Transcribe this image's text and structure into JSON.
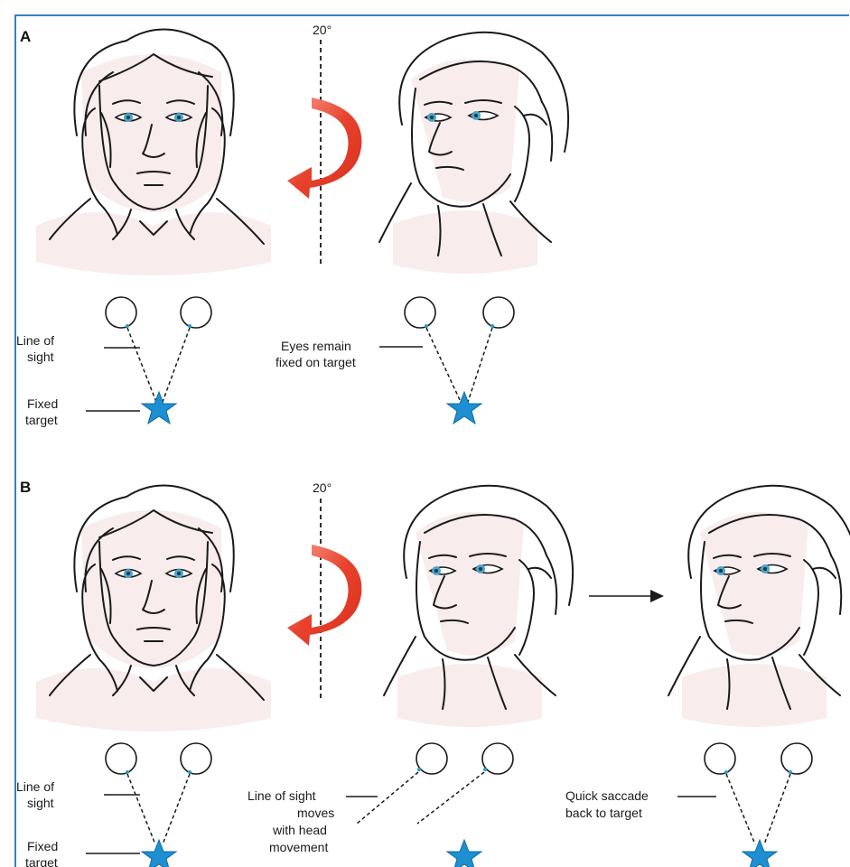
{
  "panels": [
    {
      "letter": "A",
      "angle": "20°",
      "labels": {
        "line_of_sight": [
          "Line of",
          "sight"
        ],
        "fixed_target": [
          "Fixed",
          "target"
        ],
        "eyes_fixed": [
          "Eyes remain",
          "fixed on target"
        ]
      }
    },
    {
      "letter": "B",
      "angle": "20°",
      "labels": {
        "line_of_sight": [
          "Line of",
          "sight"
        ],
        "fixed_target": [
          "Fixed",
          "target"
        ],
        "moves": [
          "Line of sight",
          "moves",
          "with head",
          "movement"
        ],
        "saccade": [
          "Quick saccade",
          "back to target"
        ]
      }
    }
  ],
  "colors": {
    "frame": "#3a7fc0",
    "rotation_arrow": "#e8412c",
    "target_star": "#1e8fd0",
    "skin": "#f8ecec",
    "iris": "#4aa3c8"
  },
  "icons": [
    "rotation-arrow-icon",
    "target-star-icon",
    "eye-circle-icon",
    "right-arrow-icon"
  ]
}
